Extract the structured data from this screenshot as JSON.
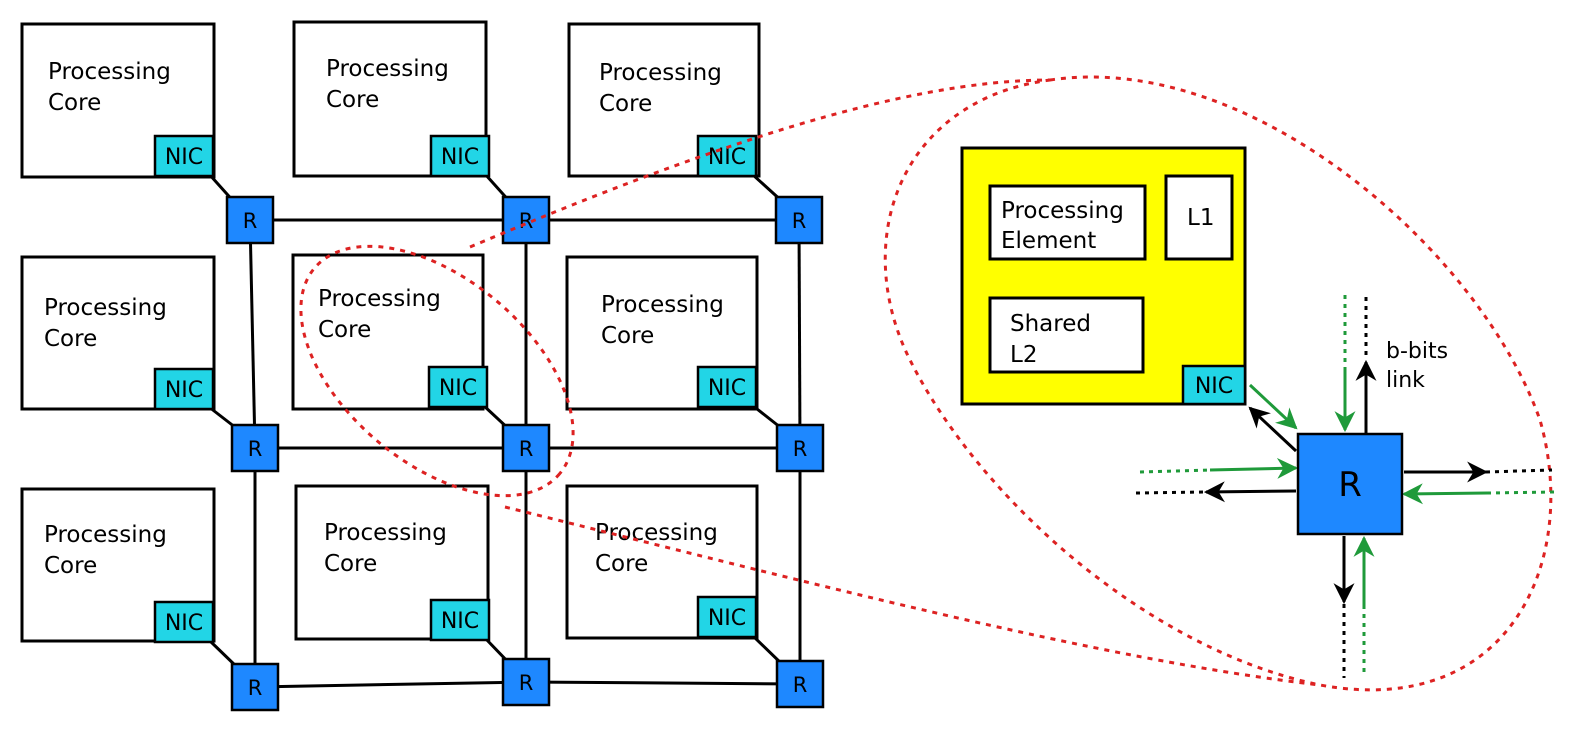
{
  "colors": {
    "router": "#1e88ff",
    "nic": "#22d5e6",
    "core_detail_bg": "#ffff00",
    "zoom_outline": "#dd2222",
    "green_link": "#1f9a3a",
    "black_link": "#000000"
  },
  "mesh": {
    "cores": [
      {
        "line1": "Processing",
        "line2": "Core",
        "nic": "NIC",
        "router": "R"
      },
      {
        "line1": "Processing",
        "line2": "Core",
        "nic": "NIC",
        "router": "R"
      },
      {
        "line1": "Processing",
        "line2": "Core",
        "nic": "NIC",
        "router": "R"
      },
      {
        "line1": "Processing",
        "line2": "Core",
        "nic": "NIC",
        "router": "R"
      },
      {
        "line1": "Processing",
        "line2": "Core",
        "nic": "NIC",
        "router": "R"
      },
      {
        "line1": "Processing",
        "line2": "Core",
        "nic": "NIC",
        "router": "R"
      },
      {
        "line1": "Processing",
        "line2": "Core",
        "nic": "NIC",
        "router": "R"
      },
      {
        "line1": "Processing",
        "line2": "Core",
        "nic": "NIC",
        "router": "R"
      },
      {
        "line1": "Processing",
        "line2": "Core",
        "nic": "NIC",
        "router": "R"
      }
    ]
  },
  "detail": {
    "pe_line1": "Processing",
    "pe_line2": "Element",
    "l1": "L1",
    "l2_line1": "Shared",
    "l2_line2": "L2",
    "nic": "NIC",
    "router": "R",
    "link_line1": "b-bits",
    "link_line2": "link"
  }
}
